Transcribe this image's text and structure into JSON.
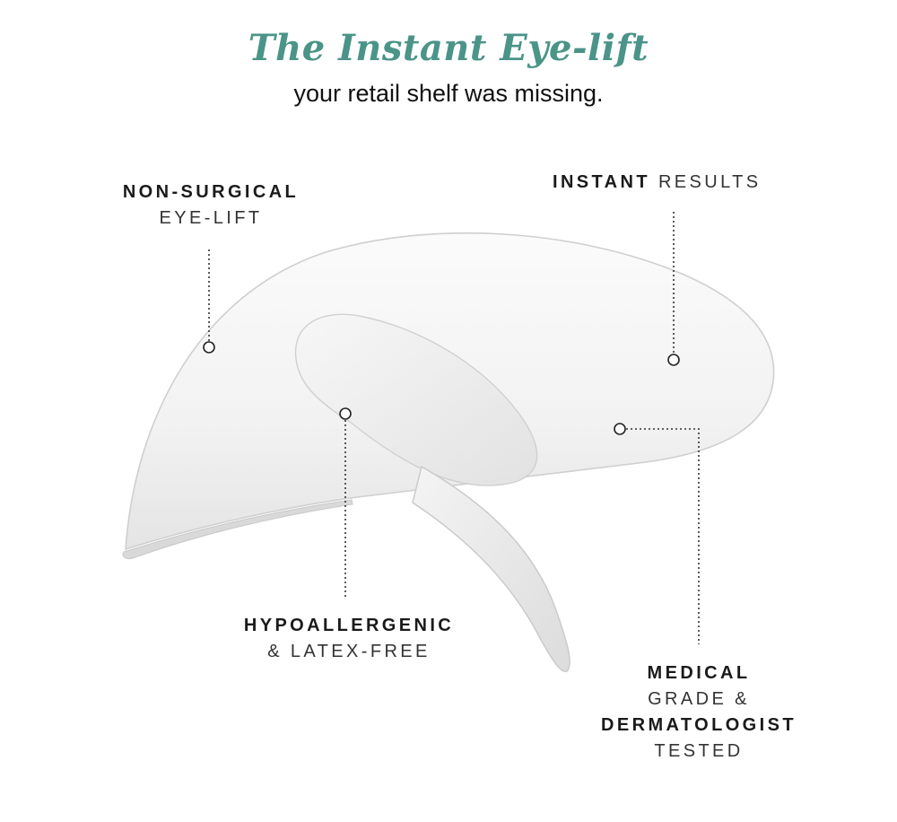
{
  "header": {
    "title": "The Instant Eye-lift",
    "subtitle": "your retail shelf was missing.",
    "title_color": "#4a9488"
  },
  "callouts": {
    "non_surgical": {
      "bold": "NON-SURGICAL",
      "regular": "EYE-LIFT"
    },
    "instant": {
      "bold": "INSTANT",
      "regular": "RESULTS"
    },
    "hypoallergenic": {
      "bold": "HYPOALLERGENIC",
      "regular": "& LATEX-FREE"
    },
    "medical": {
      "bold1": "MEDICAL",
      "regular1": "GRADE &",
      "bold2": "DERMATOLOGIST",
      "regular2": "TESTED"
    }
  },
  "illustration": {
    "icon": "eye-patch-illustration",
    "stroke_color": "#cfcfcf",
    "leader_color": "#333333"
  }
}
